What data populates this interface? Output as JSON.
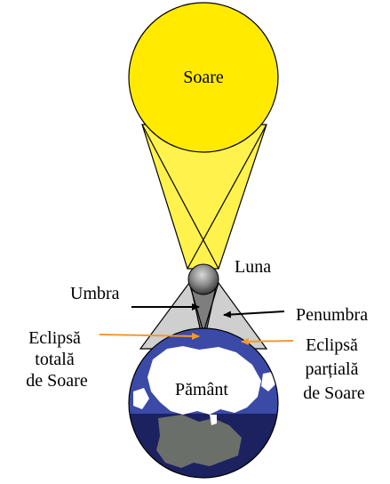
{
  "labels": {
    "sun": "Soare",
    "moon": "Luna",
    "umbra": "Umbra",
    "penumbra": "Penumbra",
    "total_eclipse": [
      "Eclipsă",
      "totală",
      "de Soare"
    ],
    "partial_eclipse": [
      "Eclipsă",
      "parțială",
      "de Soare"
    ],
    "earth": "Pământ"
  },
  "colors": {
    "sun": "#ffea00",
    "sun_rays": "#fff24d",
    "umbra": "#7e7e7e",
    "penumbra": "#cfcfcf",
    "earth_top": "#3b4aa6",
    "earth_bottom": "#1c2160",
    "land": "#ffffff",
    "land_shadow": "#6b6f6a",
    "pointer_black": "#000000",
    "pointer_orange": "#f39a2b"
  }
}
